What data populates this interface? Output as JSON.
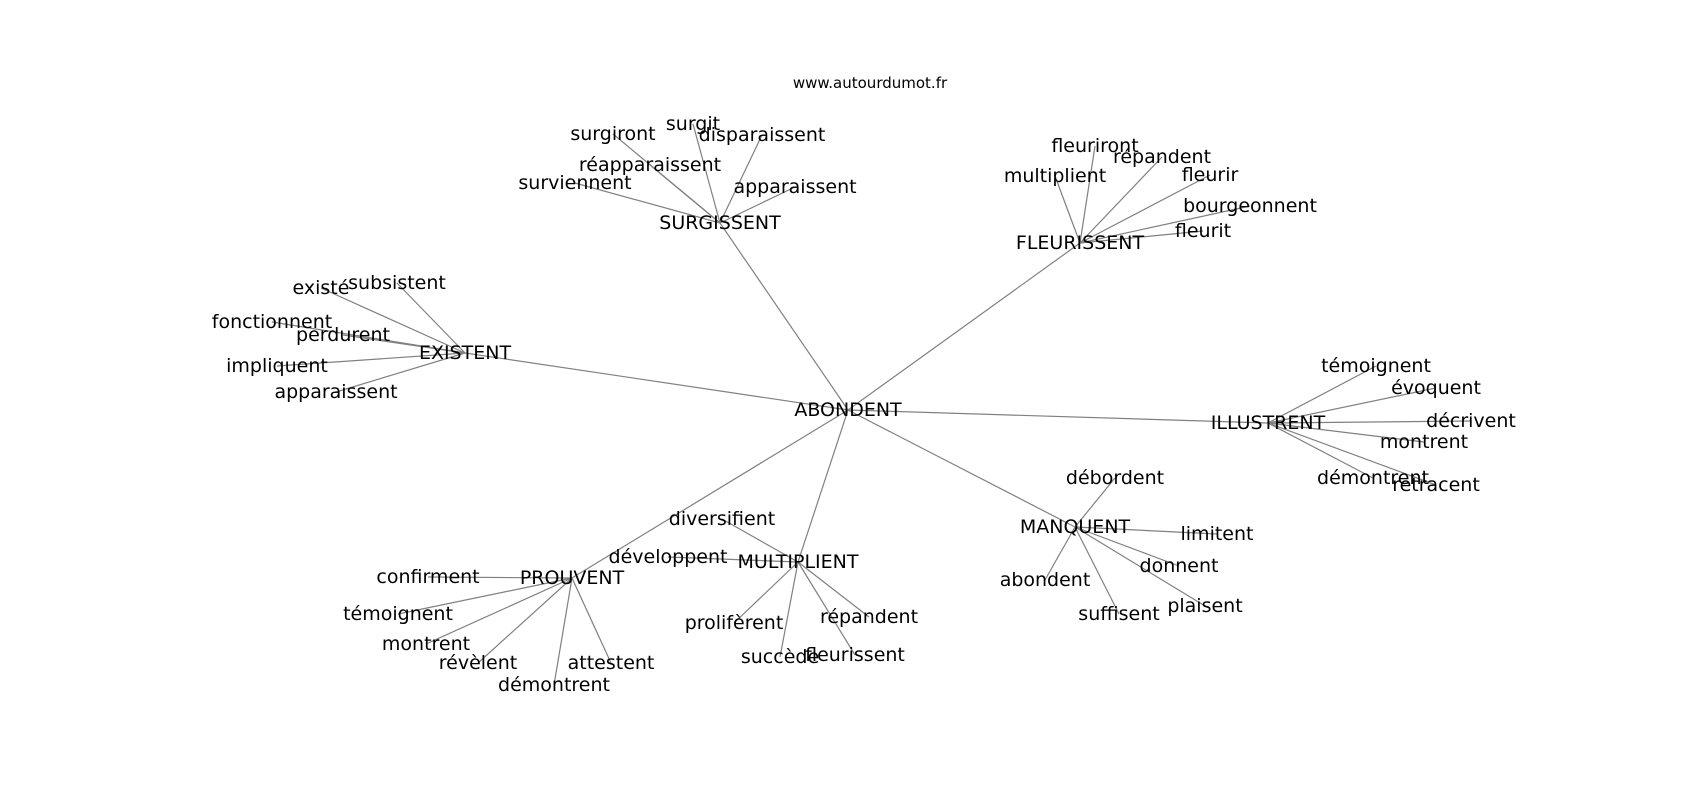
{
  "source_text": "www.autourdumot.fr",
  "graph": {
    "root": "ABONDENT",
    "hubs": [
      {
        "id": "surgissent",
        "label": "SURGISSENT",
        "leaves": [
          "surgiront",
          "surgit",
          "disparaissent",
          "réapparaissent",
          "surviennent",
          "apparaissent"
        ]
      },
      {
        "id": "fleurissent",
        "label": "FLEURISSENT",
        "leaves": [
          "fleuriront",
          "répandent",
          "multiplient",
          "fleurir",
          "bourgeonnent",
          "fleurit"
        ]
      },
      {
        "id": "existent",
        "label": "EXISTENT",
        "leaves": [
          "existé",
          "subsistent",
          "fonctionnent",
          "perdurent",
          "impliquent",
          "apparaissent"
        ]
      },
      {
        "id": "illustrent",
        "label": "ILLUSTRENT",
        "leaves": [
          "témoignent",
          "évoquent",
          "décrivent",
          "montrent",
          "démontrent",
          "retracent"
        ]
      },
      {
        "id": "manquent",
        "label": "MANQUENT",
        "leaves": [
          "débordent",
          "limitent",
          "donnent",
          "abondent",
          "suffisent",
          "plaisent"
        ]
      },
      {
        "id": "multiplient",
        "label": "MULTIPLIENT",
        "leaves": [
          "diversifient",
          "développent",
          "prolifèrent",
          "répandent",
          "succède",
          "fleurissent"
        ]
      },
      {
        "id": "prouvent",
        "label": "PROUVENT",
        "leaves": [
          "confirment",
          "témoignent",
          "montrent",
          "révèlent",
          "attestent",
          "démontrent"
        ]
      }
    ]
  }
}
